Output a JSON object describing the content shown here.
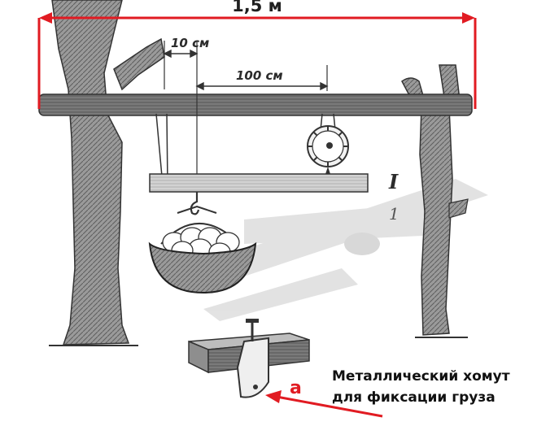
{
  "labels": {
    "total_span": "1,5 м",
    "dim_small": "10 см",
    "dim_large": "100 см",
    "beam_marker": "I",
    "position_marker": "1",
    "pointer_letter": "а",
    "note_line1": "Металлический хомут",
    "note_line2": "для фиксации груза"
  },
  "colors": {
    "dimension_line": "#e11b22",
    "ink": "#2a2a2a",
    "wood": "#6b6b6b",
    "shadow": "#cfcfcf"
  }
}
